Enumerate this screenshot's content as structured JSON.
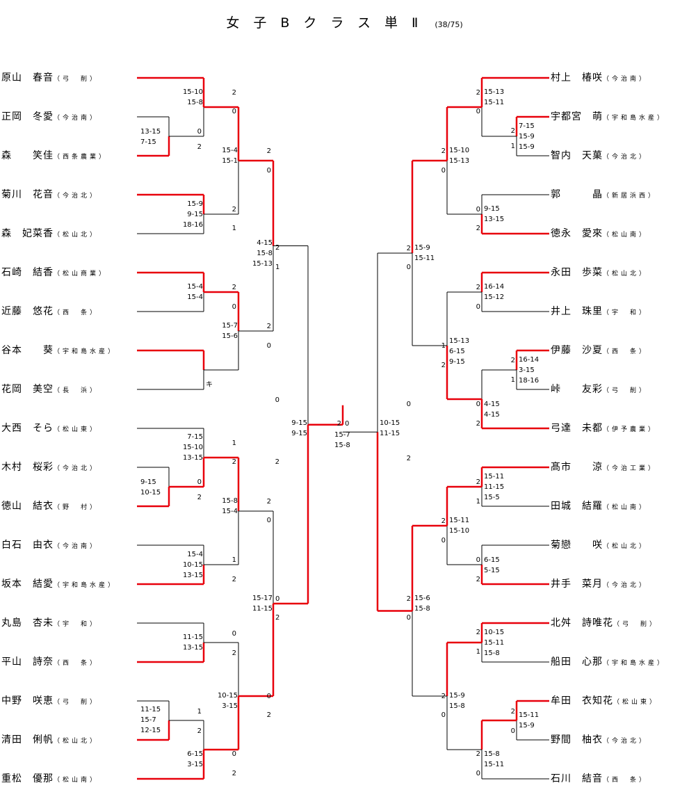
{
  "title": {
    "main": "女子Bクラス単Ⅱ",
    "sub": "(38/75)"
  },
  "colors": {
    "winner_line": "#e8000b",
    "loser_line": "#000000"
  },
  "left_players": [
    {
      "name": "原山　春音",
      "school": "弓　削"
    },
    {
      "name": "正岡　冬愛",
      "school": "今治南"
    },
    {
      "name": "森　　笑佳",
      "school": "西条農業"
    },
    {
      "name": "菊川　花音",
      "school": "今治北"
    },
    {
      "name": "森　妃菜香",
      "school": "松山北"
    },
    {
      "name": "石崎　結香",
      "school": "松山商業"
    },
    {
      "name": "近藤　悠花",
      "school": "西　条"
    },
    {
      "name": "谷本　　葵",
      "school": "宇和島水産"
    },
    {
      "name": "花岡　美空",
      "school": "長　浜"
    },
    {
      "name": "大西　そら",
      "school": "松山東"
    },
    {
      "name": "木村　桜彩",
      "school": "今治北"
    },
    {
      "name": "徳山　結衣",
      "school": "野　村"
    },
    {
      "name": "白石　由衣",
      "school": "今治南"
    },
    {
      "name": "坂本　結愛",
      "school": "宇和島水産"
    },
    {
      "name": "丸島　杏未",
      "school": "宇　和"
    },
    {
      "name": "平山　詩奈",
      "school": "西　条"
    },
    {
      "name": "中野　咲恵",
      "school": "弓　削"
    },
    {
      "name": "清田　俐帆",
      "school": "松山北"
    },
    {
      "name": "重松　優那",
      "school": "松山南"
    }
  ],
  "right_players": [
    {
      "name": "村上　椿咲",
      "school": "今治南"
    },
    {
      "name": "宇都宮　萌",
      "school": "宇和島水産"
    },
    {
      "name": "智内　天菓",
      "school": "今治北"
    },
    {
      "name": "郭　　　晶",
      "school": "新居浜西"
    },
    {
      "name": "徳永　愛來",
      "school": "松山南"
    },
    {
      "name": "永田　歩菜",
      "school": "松山北"
    },
    {
      "name": "井上　珠里",
      "school": "宇　和"
    },
    {
      "name": "伊藤　沙夏",
      "school": "西　条"
    },
    {
      "name": "峠　　友彩",
      "school": "弓　削"
    },
    {
      "name": "弓達　未都",
      "school": "伊予農業"
    },
    {
      "name": "髙市　　涼",
      "school": "今治工業"
    },
    {
      "name": "田城　結羅",
      "school": "松山南"
    },
    {
      "name": "菊戀　　咲",
      "school": "松山北"
    },
    {
      "name": "井手　菜月",
      "school": "今治北"
    },
    {
      "name": "北舛　詩唯花",
      "school": "弓　削"
    },
    {
      "name": "船田　心那",
      "school": "宇和島水産"
    },
    {
      "name": "牟田　衣知花",
      "school": "松山東"
    },
    {
      "name": "野間　柚衣",
      "school": "今治北"
    },
    {
      "name": "石川　結音",
      "school": "西　条"
    }
  ],
  "labels": {
    "L_r0a_scores": "13-15\n7-15",
    "L_r0a_top": "0",
    "L_r0a_bot": "2",
    "L_m1_scores": "15-10\n15-8",
    "L_m1_top": "2",
    "L_m1_bot": "0",
    "L_m2_scores": "15-9\n9-15\n18-16",
    "L_m2_top": "2",
    "L_m2_bot": "1",
    "L_m3_scores": "15-4\n15-1",
    "L_m3_top": "2",
    "L_m3_bot": "0",
    "L_m4_scores": "15-4\n15-4",
    "L_m4_top": "2",
    "L_m4_bot": "0",
    "L_m5_mark": "キ",
    "L_m6_scores": "15-7\n15-6",
    "L_m6_top": "2",
    "L_m6_bot": "0",
    "L_m7_scores": "4-15\n15-8\n15-13",
    "L_m7_top": "2",
    "L_m7_bot": "1",
    "L_r0b_scores": "9-15\n10-15",
    "L_r0b_top": "0",
    "L_r0b_bot": "2",
    "L_m8_scores": "7-15\n15-10\n13-15",
    "L_m8_top": "1",
    "L_m8_bot": "2",
    "L_m9_scores": "15-4\n10-15\n13-15",
    "L_m9_top": "1",
    "L_m9_bot": "2",
    "L_m10_scores": "15-8\n15-4",
    "L_m10_top": "2",
    "L_m10_bot": "0",
    "L_m11_scores": "11-15\n13-15",
    "L_m11_top": "0",
    "L_m11_bot": "2",
    "L_r0c_scores": "11-15\n15-7\n12-15",
    "L_r0c_top": "1",
    "L_r0c_bot": "2",
    "L_m12_scores": "6-15\n3-15",
    "L_m12_top": "0",
    "L_m12_bot": "2",
    "L_m13_scores": "10-15\n3-15",
    "L_m13_top": "0",
    "L_m13_bot": "2",
    "L_m14_scores": "15-17\n11-15",
    "L_m14_top": "0",
    "L_m14_bot": "2",
    "L_m15_scores": "9-15\n9-15",
    "L_m15_top": "0",
    "L_m15_bot": "2",
    "F_scores": "15-7\n15-8",
    "F_left": "2",
    "F_right": "0",
    "R_r0a_scores": "7-15\n15-9\n15-9",
    "R_r0a_top": "2",
    "R_r0a_bot": "1",
    "R_m1_scores": "15-13\n15-11",
    "R_m1_top": "2",
    "R_m1_bot": "0",
    "R_m2_scores": "9-15\n13-15",
    "R_m2_top": "0",
    "R_m2_bot": "2",
    "R_m3_scores": "15-10\n15-13",
    "R_m3_top": "2",
    "R_m3_bot": "0",
    "R_m4_scores": "16-14\n15-12",
    "R_m4_top": "2",
    "R_m4_bot": "0",
    "R_r0b_scores": "16-14\n3-15\n18-16",
    "R_r0b_top": "2",
    "R_r0b_bot": "1",
    "R_m5_scores": "4-15\n4-15",
    "R_m5_top": "0",
    "R_m5_bot": "2",
    "R_m6_scores": "15-13\n6-15\n9-15",
    "R_m6_top": "1",
    "R_m6_bot": "2",
    "R_m7_scores": "15-9\n15-11",
    "R_m7_top": "2",
    "R_m7_bot": "0",
    "R_m8_scores": "15-11\n11-15\n15-5",
    "R_m8_top": "2",
    "R_m8_bot": "1",
    "R_m9_scores": "6-15\n5-15",
    "R_m9_top": "0",
    "R_m9_bot": "2",
    "R_m10_scores": "15-11\n15-10",
    "R_m10_top": "2",
    "R_m10_bot": "0",
    "R_m11_scores": "10-15\n15-11\n15-8",
    "R_m11_top": "2",
    "R_m11_bot": "1",
    "R_r0c_scores": "15-11\n15-9",
    "R_r0c_top": "2",
    "R_r0c_bot": "0",
    "R_m12_scores": "15-8\n15-11",
    "R_m12_top": "2",
    "R_m12_bot": "0",
    "R_m13_scores": "15-9\n15-8",
    "R_m13_top": "2",
    "R_m13_bot": "0",
    "R_m14_scores": "15-6\n15-8",
    "R_m14_top": "2",
    "R_m14_bot": "0",
    "R_m15_scores": "10-15\n11-15",
    "R_m15_top": "0",
    "R_m15_bot": "2"
  }
}
